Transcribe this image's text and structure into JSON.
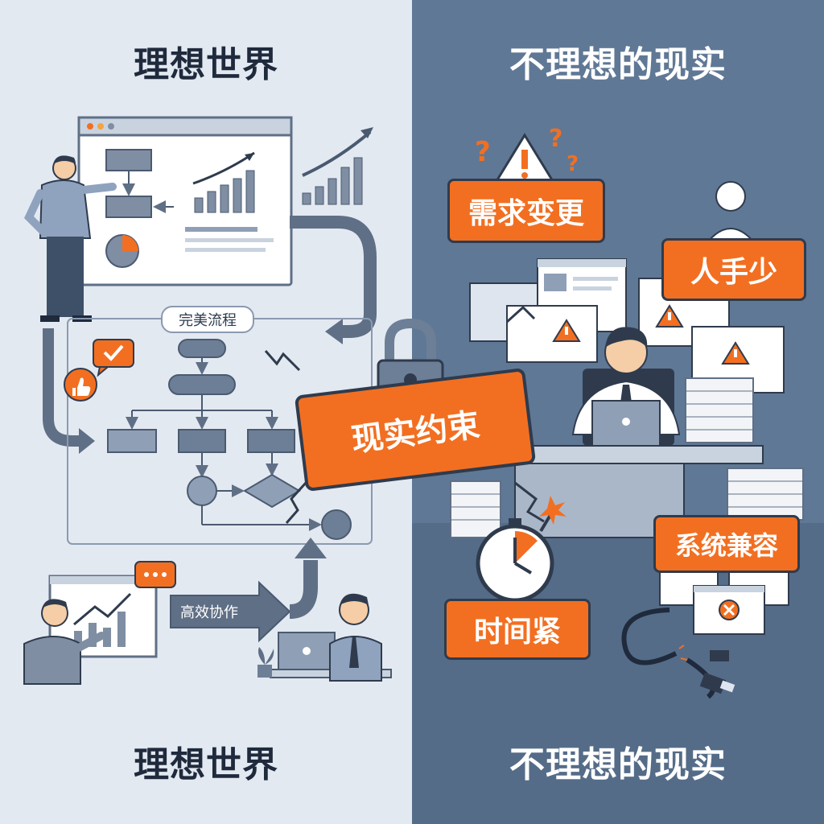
{
  "left_panel": {
    "title_top": "理想世界",
    "title_bottom": "理想世界",
    "process_label": "完美流程",
    "arrow_label": "高效协作"
  },
  "right_panel": {
    "title_top": "不理想的现实",
    "title_bottom": "不理想的现实",
    "callouts": {
      "requirement_change": "需求变更",
      "short_staff": "人手少",
      "compatibility": "系统兼容",
      "time_pressure": "时间紧"
    }
  },
  "center_badge": "现实约束",
  "colors": {
    "left_bg": "#e3e9f1",
    "right_bg": "#5f7895",
    "accent": "#f26f21",
    "ink": "#2f3b4d"
  }
}
